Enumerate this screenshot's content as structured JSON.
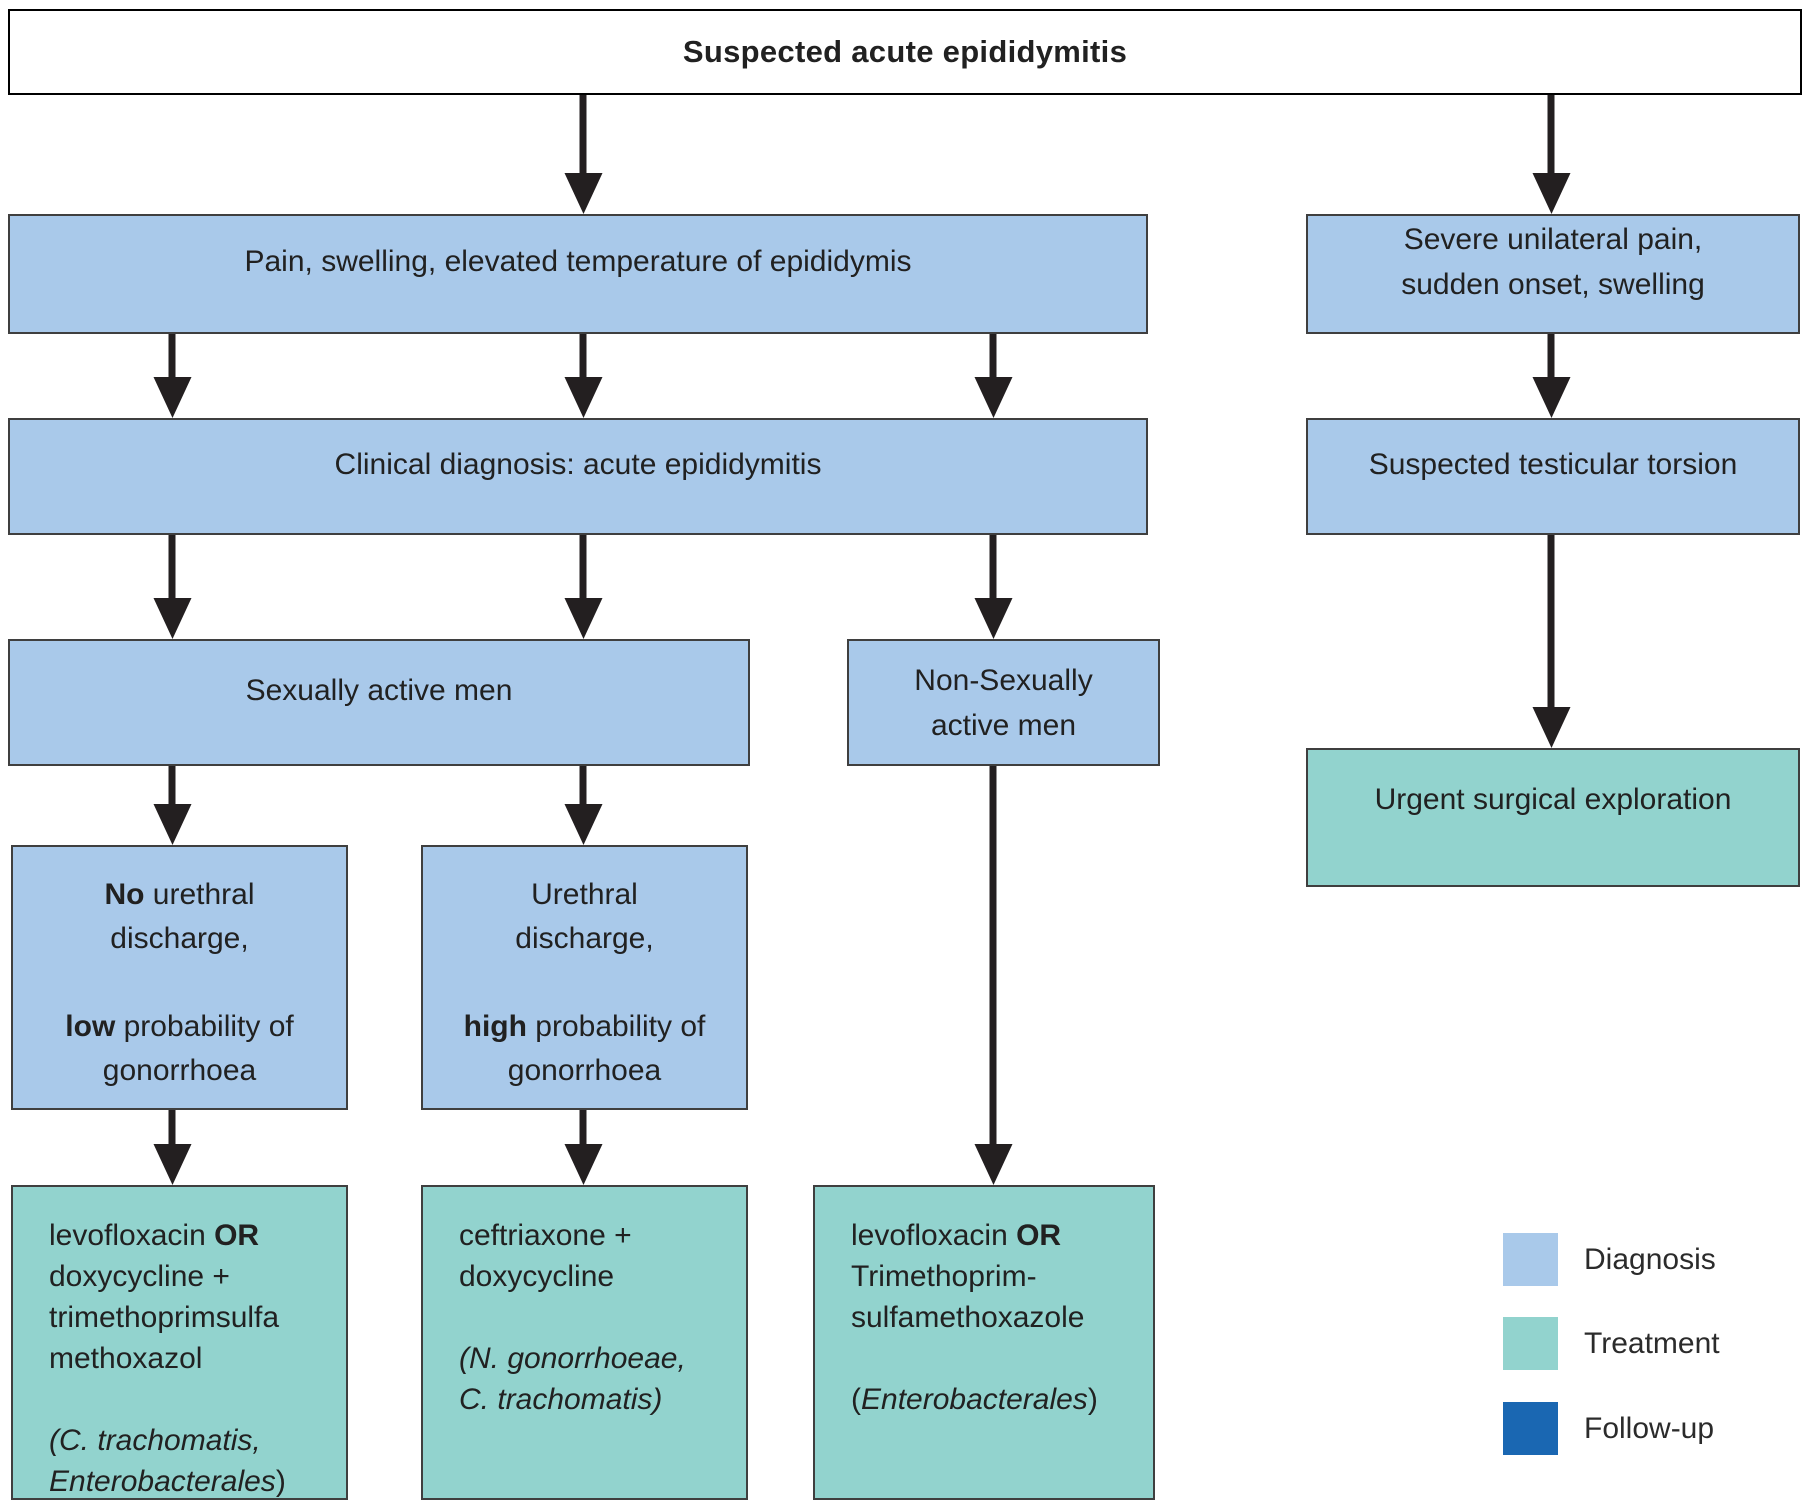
{
  "title": "Suspected acute epididymitis",
  "colors": {
    "diagnosis": "#a9c9ea",
    "treatment": "#92d3ce",
    "follow_up": "#1a67b2"
  },
  "nodes": {
    "pain": {
      "lines": [
        [
          {
            "t": "Pain, swelling, elevated temperature of epididymis"
          }
        ]
      ]
    },
    "severe": {
      "lines": [
        [
          {
            "t": "Severe unilateral pain,"
          }
        ],
        [
          {
            "t": "sudden onset, swelling"
          }
        ]
      ]
    },
    "clinical": {
      "lines": [
        [
          {
            "t": "Clinical diagnosis: acute epididymitis"
          }
        ]
      ]
    },
    "torsion": {
      "lines": [
        [
          {
            "t": "Suspected testicular torsion"
          }
        ]
      ]
    },
    "sexually": {
      "lines": [
        [
          {
            "t": "Sexually active men"
          }
        ]
      ]
    },
    "nonsexually": {
      "lines": [
        [
          {
            "t": "Non-Sexually"
          }
        ],
        [
          {
            "t": "active men"
          }
        ]
      ]
    },
    "urgent": {
      "lines": [
        [
          {
            "t": "Urgent surgical exploration"
          }
        ]
      ]
    },
    "no_discharge": {
      "lines": [
        [
          {
            "t": "No",
            "b": true
          },
          {
            "t": " urethral"
          }
        ],
        [
          {
            "t": "discharge,"
          }
        ],
        [],
        [
          {
            "t": "low",
            "b": true
          },
          {
            "t": " probability of"
          }
        ],
        [
          {
            "t": "gonorrhoea"
          }
        ]
      ]
    },
    "discharge": {
      "lines": [
        [
          {
            "t": "Urethral"
          }
        ],
        [
          {
            "t": "discharge,"
          }
        ],
        [],
        [
          {
            "t": "high",
            "b": true
          },
          {
            "t": " probability of"
          }
        ],
        [
          {
            "t": "gonorrhoea"
          }
        ]
      ]
    },
    "treat_low": {
      "lines": [
        [
          {
            "t": "levofloxacin "
          },
          {
            "t": "OR",
            "b": true
          }
        ],
        [
          {
            "t": "doxycycline +"
          }
        ],
        [
          {
            "t": "trimethoprimsulfa"
          }
        ],
        [
          {
            "t": "methoxazol"
          }
        ],
        [],
        [
          {
            "t": "(C. trachomatis,",
            "i": true
          }
        ],
        [
          {
            "t": "Enterobacterales",
            "i": true
          },
          {
            "t": ")"
          }
        ]
      ]
    },
    "treat_high": {
      "lines": [
        [
          {
            "t": "ceftriaxone +"
          }
        ],
        [
          {
            "t": "doxycycline"
          }
        ],
        [],
        [
          {
            "t": "(N. gonorrhoeae,",
            "i": true
          }
        ],
        [
          {
            "t": "C. trachomatis)",
            "i": true
          }
        ]
      ]
    },
    "treat_nonsex": {
      "lines": [
        [
          {
            "t": "levofloxacin "
          },
          {
            "t": "OR",
            "b": true
          }
        ],
        [
          {
            "t": "Trimethoprim-"
          }
        ],
        [
          {
            "t": "sulfamethoxazole"
          }
        ],
        [],
        [
          {
            "t": "("
          },
          {
            "t": "Enterobacterales",
            "i": true
          },
          {
            "t": ")"
          }
        ]
      ]
    }
  },
  "legend": [
    {
      "label": "Diagnosis",
      "color_key": "diagnosis"
    },
    {
      "label": "Treatment",
      "color_key": "treatment"
    },
    {
      "label": "Follow-up",
      "color_key": "follow_up"
    }
  ]
}
